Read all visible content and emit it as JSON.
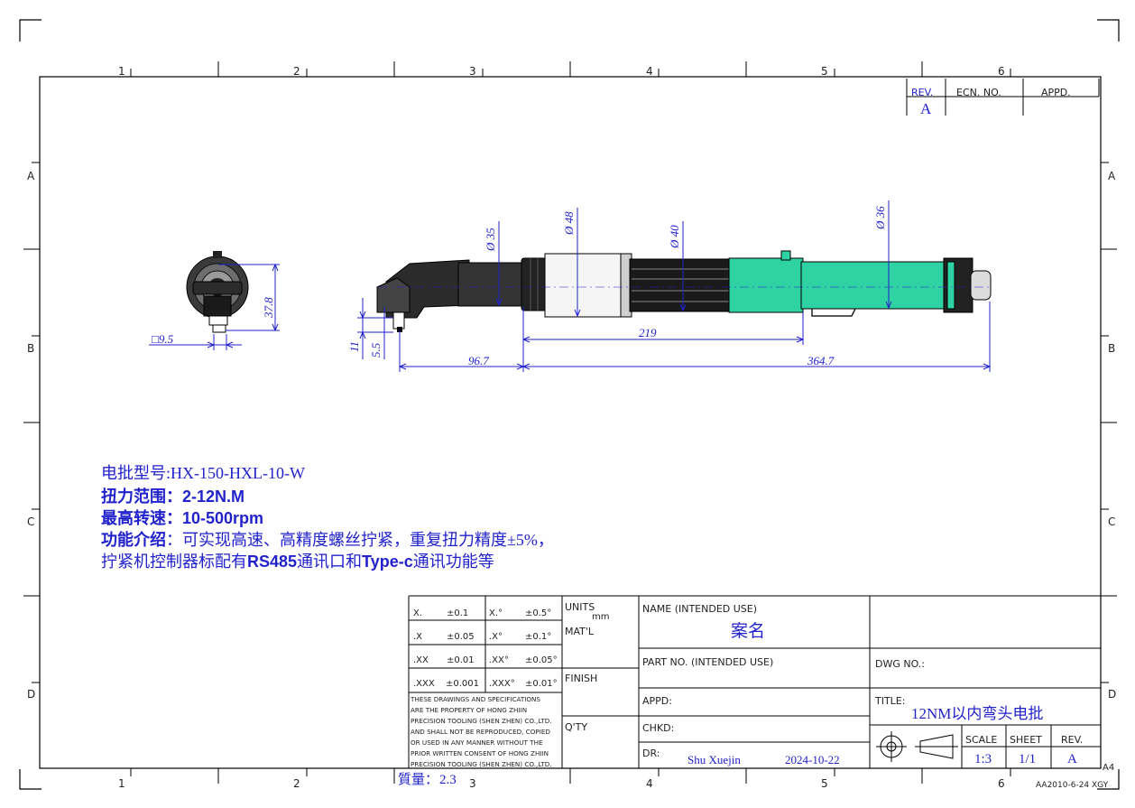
{
  "drawing": {
    "grid_columns": [
      "1",
      "2",
      "3",
      "4",
      "5",
      "6"
    ],
    "grid_rows": [
      "A",
      "B",
      "C",
      "D"
    ]
  },
  "revision_block": {
    "rev_header": "REV.",
    "ecn_header": "ECN. NO.",
    "appd_header": "APPD.",
    "rev_value": "A"
  },
  "dimensions": {
    "d35": "Ø 35",
    "d48": "Ø 48",
    "d40": "Ø 40",
    "d36": "Ø 36",
    "h37_8": "37.8",
    "sq9_5": "□9.5",
    "d11": "11",
    "d5_5": "5.5",
    "len96_7": "96.7",
    "len219": "219",
    "len364_7": "364.7"
  },
  "specs": {
    "model_label": "电批型号:",
    "model_value": "HX-150-HXL-10-W",
    "torque_label": "扭力范围",
    "torque_value": "：2-12N.M",
    "speed_label": "最高转速",
    "speed_value": "：10-500rpm",
    "func_label": "功能介绍",
    "func_line1": "：可实现高速、高精度螺丝拧紧，重复扭力精度±5%，",
    "func_line2_a": "拧紧机控制器标配有",
    "func_line2_b": "RS485",
    "func_line2_c": "通讯口和",
    "func_line2_d": "Type-c",
    "func_line2_e": "通讯功能等"
  },
  "title_block": {
    "tolerances": [
      [
        "X.",
        "±0.1",
        "X.°",
        "±0.5°"
      ],
      [
        ".X",
        "±0.05",
        ".X°",
        "±0.1°"
      ],
      [
        ".XX",
        "±0.01",
        ".XX°",
        "±0.05°"
      ],
      [
        ".XXX",
        "±0.001",
        ".XXX°",
        "±0.01°"
      ]
    ],
    "units_label": "UNITS",
    "units_value": "mm",
    "matl_label": "MAT'L",
    "finish_label": "FINISH",
    "qty_label": "Q'TY",
    "property_notice": [
      "THESE DRAWINGS AND SPECIFICATIONS",
      "ARE THE PROPERTY OF HONG ZHIIN",
      "PRECISION TOOLING (SHEN ZHEN) CO.,LTD.",
      "AND SHALL NOT BE REPRODUCED, COPIED",
      "OR USED IN ANY MANNER WITHOUT THE",
      "PRIOR WRITTEN CONSENT OF HONG ZHIIN",
      "PRECISION TOOLING (SHEN ZHEN) CO.,LTD."
    ],
    "name_label": "NAME (INTENDED USE)",
    "name_value": "案名",
    "part_no_label": "PART NO. (INTENDED USE)",
    "dwg_no_label": "DWG NO.:",
    "appd_label": "APPD:",
    "title_label": "TITLE:",
    "title_value": "12NM以内弯头电批",
    "chkd_label": "CHKD:",
    "dr_label": "DR:",
    "drafter": "Shu Xuejin",
    "date": "2024-10-22",
    "scale_label": "SCALE",
    "scale_value": "1:3",
    "sheet_label": "SHEET",
    "sheet_value": "1/1",
    "rev_label": "REV.",
    "rev_value": "A",
    "mass_label": "質量：",
    "mass_value": "2.3",
    "paper_size": "A4",
    "template_id": "AA2010-6-24 XGY"
  }
}
